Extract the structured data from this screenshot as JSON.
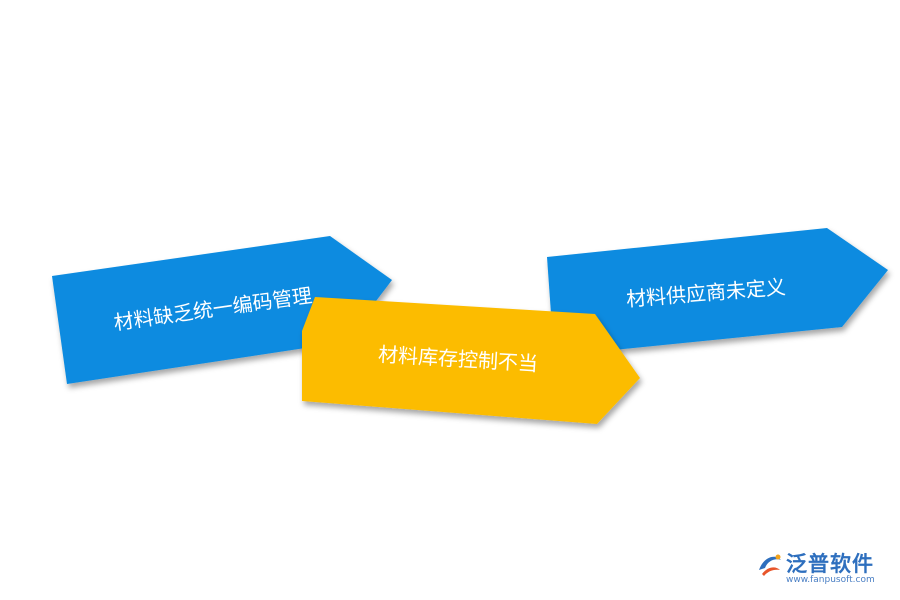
{
  "diagram": {
    "arrows": [
      {
        "text": "材料缺乏统一编码管理",
        "color": "#0a8be0"
      },
      {
        "text": "材料供应商未定义",
        "color": "#0a8be0"
      },
      {
        "text": "材料库存控制不当",
        "color": "#fcbc00"
      }
    ]
  },
  "logo": {
    "name": "泛普软件",
    "url": "www.fanpusoft.com",
    "icon": "fanpu-logo-icon"
  }
}
